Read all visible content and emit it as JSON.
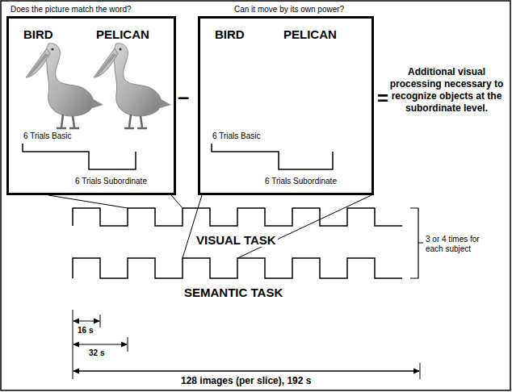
{
  "diagram": {
    "nodes": [
      {
        "text": [
          "Does the picture match the word?",
          "BIRD",
          "PELICAN",
          "6 Trials Basic",
          "6 Trials Subordinate"
        ]
      },
      {
        "text": [
          "Can it move by its own power?",
          "BIRD",
          "PELICAN",
          "6 Trials Basic",
          "6 Trials Subordinate"
        ]
      }
    ],
    "labels": [
      "–",
      "=",
      "Additional visual processing necessary to recognize objects at the subordinate level.",
      "VISUAL TASK",
      "SEMANTIC TASK",
      "3 or 4 times for each subject",
      "16 s",
      "32 s",
      "128 images (per slice), 192 s"
    ]
  }
}
